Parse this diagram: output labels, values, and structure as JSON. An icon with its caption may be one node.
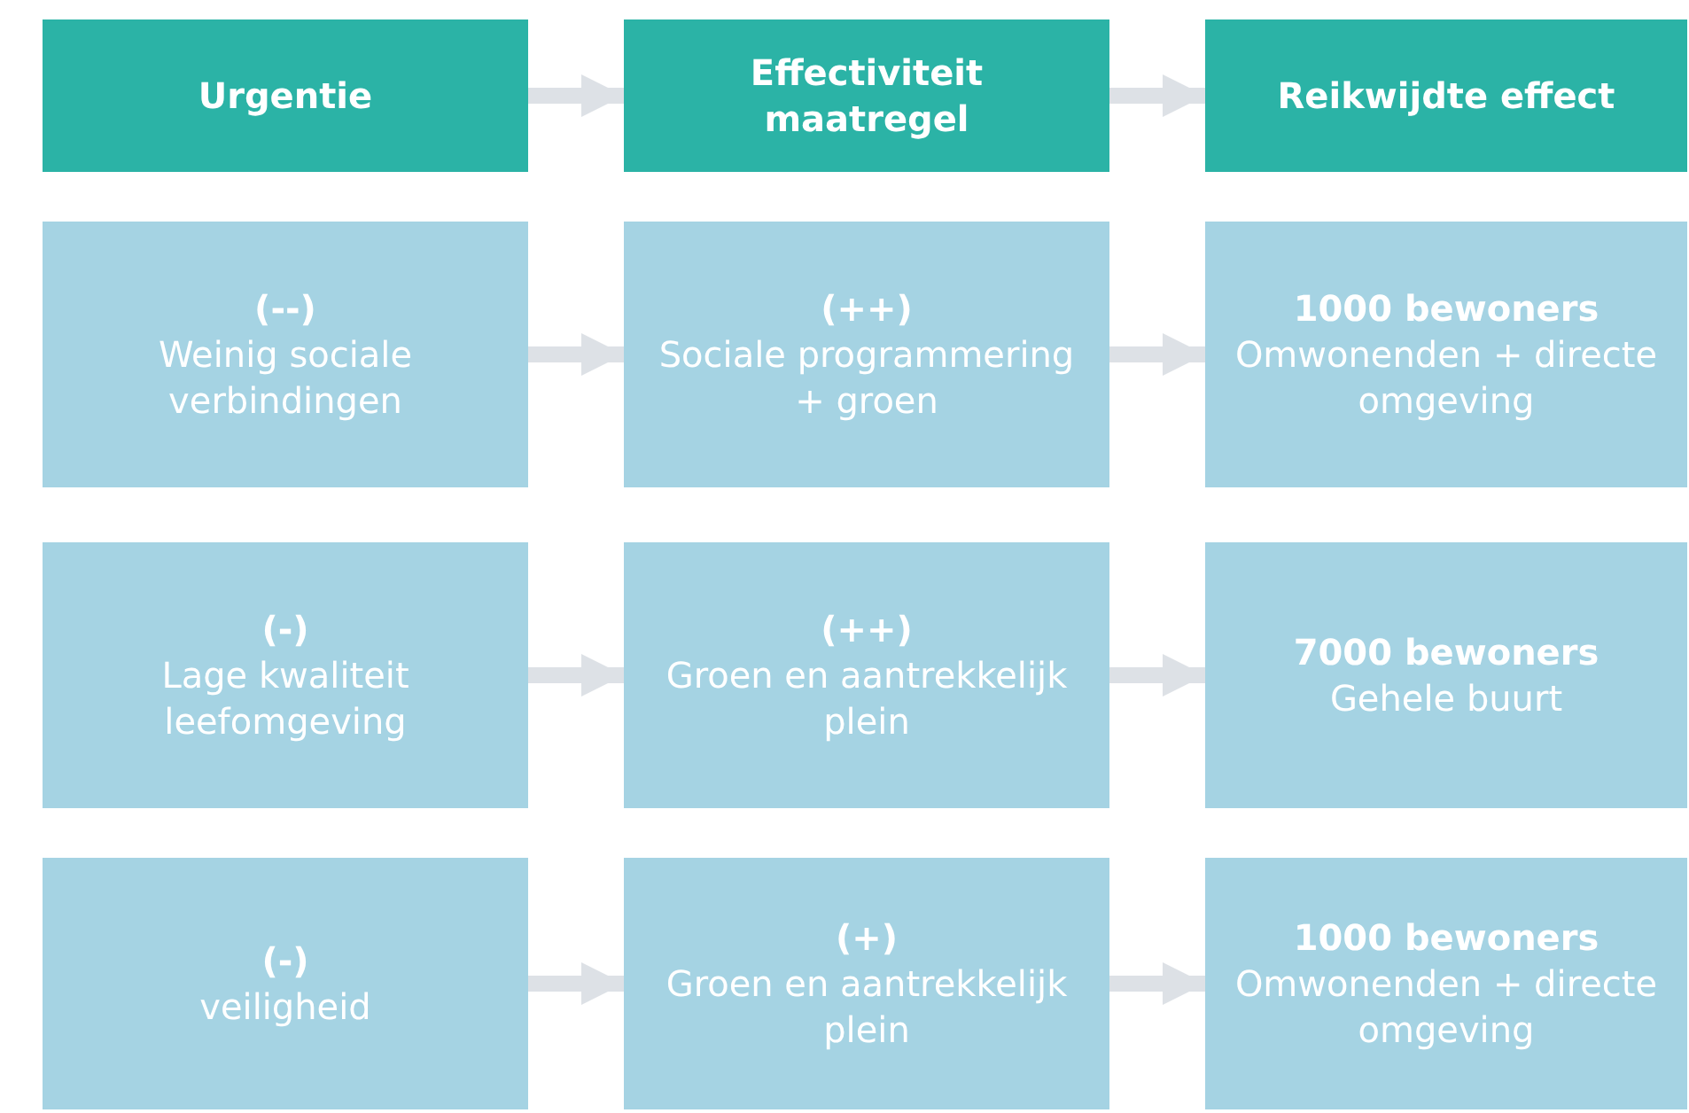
{
  "diagram": {
    "nodes": [
      {
        "text": [
          "Urgentie"
        ]
      },
      {
        "text": [
          "Effectiviteit maatregel"
        ]
      },
      {
        "text": [
          "Reikwijdte effect"
        ]
      },
      {
        "text": [
          "(--)",
          "Weinig sociale verbindingen"
        ]
      },
      {
        "text": [
          "(++)",
          "Sociale programmering + groen"
        ]
      },
      {
        "text": [
          "1000 bewoners",
          "Omwonenden + directe omgeving"
        ]
      },
      {
        "text": [
          "(-)",
          "Lage kwaliteit leefomgeving"
        ]
      },
      {
        "text": [
          "(++)",
          "Groen en aantrekkelijk plein"
        ]
      },
      {
        "text": [
          "7000 bewoners",
          "Gehele buurt"
        ]
      },
      {
        "text": [
          "(-)",
          "veiligheid"
        ]
      },
      {
        "text": [
          "(+)",
          "Groen en aantrekkelijk plein"
        ]
      },
      {
        "text": [
          "1000 bewoners",
          "Omwonenden + directe omgeving"
        ]
      }
    ],
    "edges": [
      {
        "from": 0,
        "to": 1,
        "arrow": "to"
      },
      {
        "from": 1,
        "to": 2,
        "arrow": "to"
      },
      {
        "from": 3,
        "to": 4,
        "arrow": "to"
      },
      {
        "from": 4,
        "to": 5,
        "arrow": "to"
      },
      {
        "from": 6,
        "to": 7,
        "arrow": "to"
      },
      {
        "from": 7,
        "to": 8,
        "arrow": "to"
      },
      {
        "from": 9,
        "to": 10,
        "arrow": "to"
      },
      {
        "from": 10,
        "to": 11,
        "arrow": "to"
      }
    ]
  }
}
